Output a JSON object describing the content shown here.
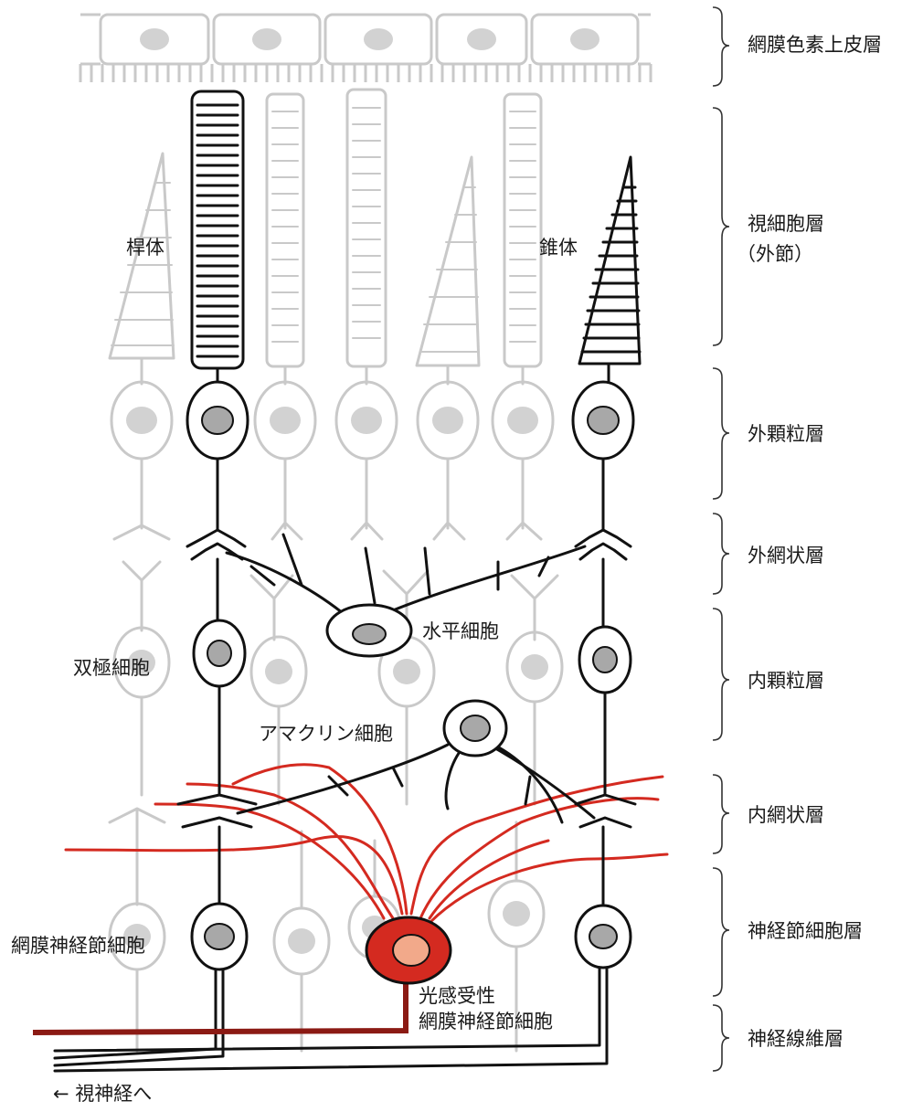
{
  "layers": [
    "網膜色素上皮層",
    "視細胞層",
    "（外節）",
    "外顆粒層",
    "外網状層",
    "内顆粒層",
    "内網状層",
    "神経節細胞層",
    "神経線維層"
  ],
  "labels": {
    "rod": "桿体",
    "cone": "錐体",
    "horizontal": "水平細胞",
    "bipolar": "双極細胞",
    "amacrine": "アマクリン細胞",
    "ganglion": "網膜神経節細胞",
    "iprgc_line1": "光感受性",
    "iprgc_line2": "網膜神経節細胞",
    "optic_nerve": "← 視神経へ"
  },
  "colors": {
    "outline": "#111111",
    "faint": "#c9c9c9",
    "nucleus": "#a8a8a8",
    "faint_nucleus": "#d2d2d2",
    "ipRGC_dendrite": "#d42a20",
    "ipRGC_soma": "#d42a20",
    "ipRGC_nucleus": "#f2a98a",
    "ipRGC_axon": "#8b1a14"
  }
}
